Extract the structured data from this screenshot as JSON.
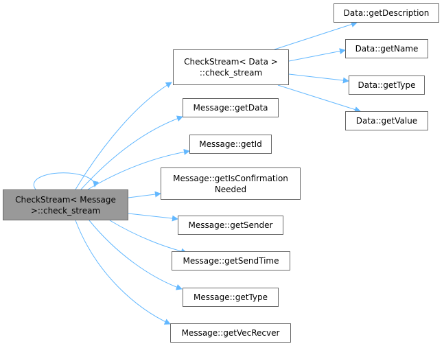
{
  "diagram": {
    "type": "call-graph",
    "edge_color": "#63b8ff",
    "root_fill": "#999999",
    "node_border": "#666666",
    "nodes": [
      {
        "id": "root",
        "lines": [
          "CheckStream< Message",
          ">::check_stream"
        ],
        "root": true
      },
      {
        "id": "data_check",
        "lines": [
          "CheckStream< Data >",
          "::check_stream"
        ]
      },
      {
        "id": "data_getDescription",
        "lines": [
          "Data::getDescription"
        ]
      },
      {
        "id": "data_getName",
        "lines": [
          "Data::getName"
        ]
      },
      {
        "id": "data_getType",
        "lines": [
          "Data::getType"
        ]
      },
      {
        "id": "data_getValue",
        "lines": [
          "Data::getValue"
        ]
      },
      {
        "id": "msg_getData",
        "lines": [
          "Message::getData"
        ]
      },
      {
        "id": "msg_getId",
        "lines": [
          "Message::getId"
        ]
      },
      {
        "id": "msg_getIsConfirmationNeeded",
        "lines": [
          "Message::getIsConfirmation",
          "Needed"
        ]
      },
      {
        "id": "msg_getSender",
        "lines": [
          "Message::getSender"
        ]
      },
      {
        "id": "msg_getSendTime",
        "lines": [
          "Message::getSendTime"
        ]
      },
      {
        "id": "msg_getType",
        "lines": [
          "Message::getType"
        ]
      },
      {
        "id": "msg_getVecRecver",
        "lines": [
          "Message::getVecRecver"
        ]
      }
    ],
    "edges": [
      {
        "from": "root",
        "to": "root"
      },
      {
        "from": "root",
        "to": "data_check"
      },
      {
        "from": "root",
        "to": "msg_getData"
      },
      {
        "from": "root",
        "to": "msg_getId"
      },
      {
        "from": "root",
        "to": "msg_getIsConfirmationNeeded"
      },
      {
        "from": "root",
        "to": "msg_getSender"
      },
      {
        "from": "root",
        "to": "msg_getSendTime"
      },
      {
        "from": "root",
        "to": "msg_getType"
      },
      {
        "from": "root",
        "to": "msg_getVecRecver"
      },
      {
        "from": "data_check",
        "to": "data_getDescription"
      },
      {
        "from": "data_check",
        "to": "data_getName"
      },
      {
        "from": "data_check",
        "to": "data_getType"
      },
      {
        "from": "data_check",
        "to": "data_getValue"
      }
    ]
  }
}
